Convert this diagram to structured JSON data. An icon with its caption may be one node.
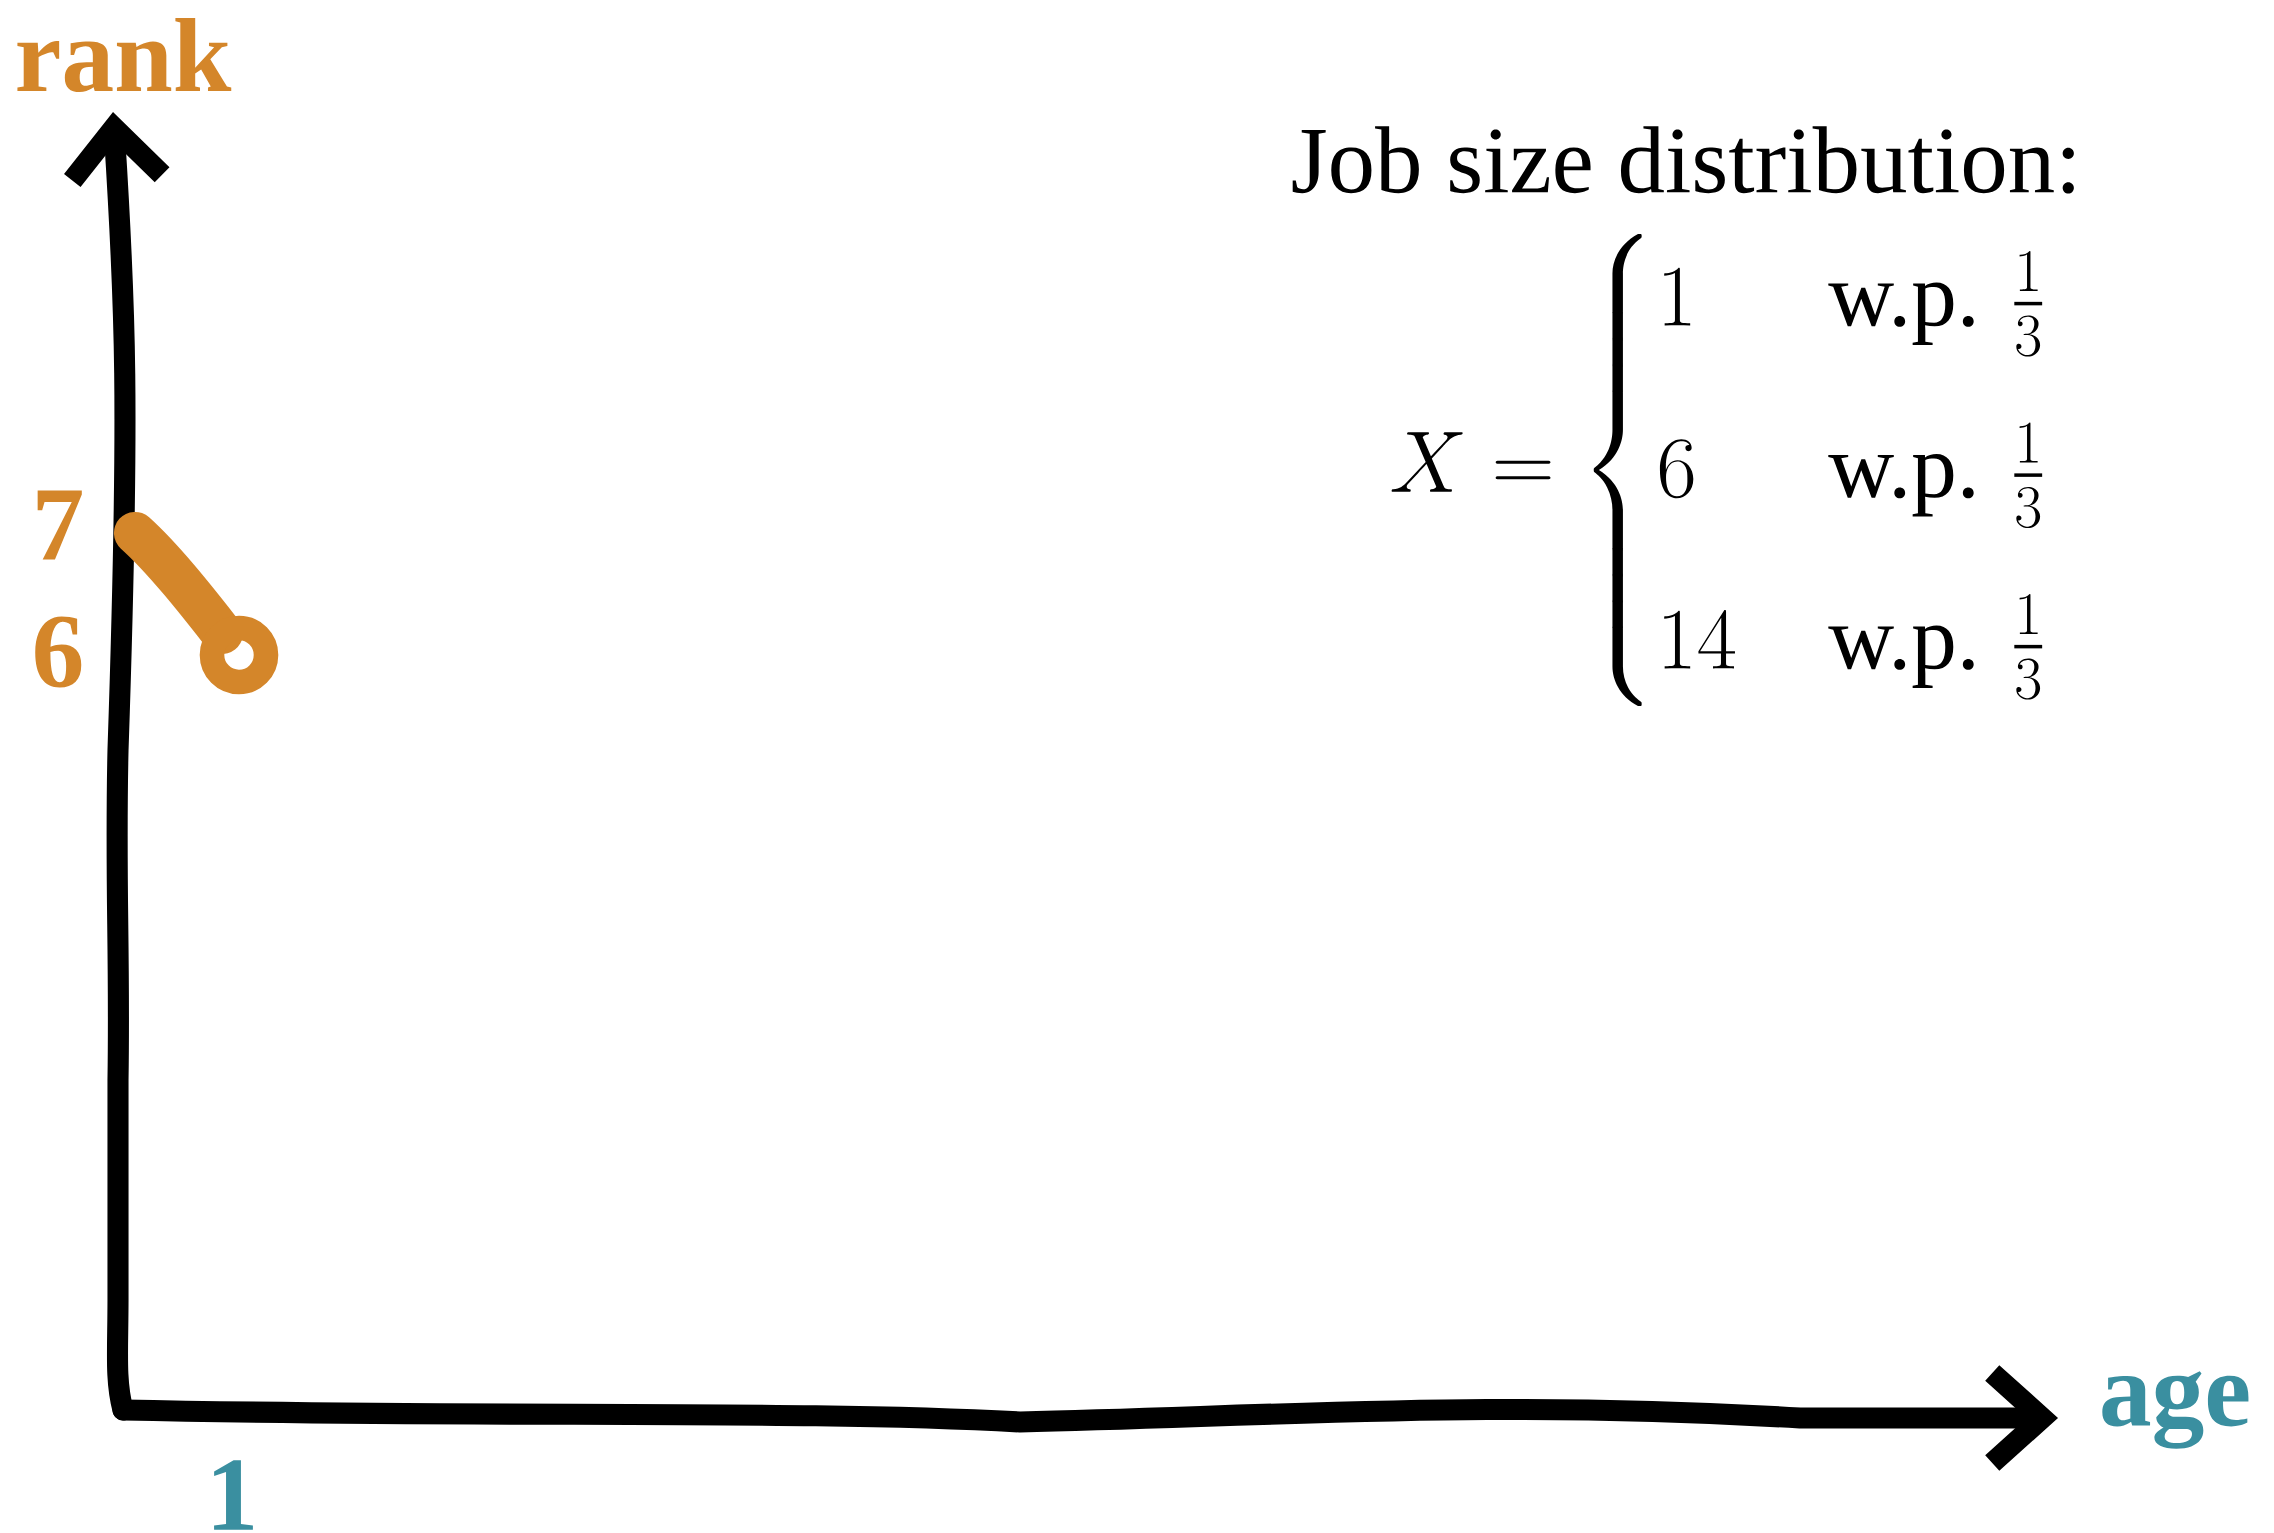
{
  "diagram": {
    "labels": [
      "rank",
      "Job size distribution:",
      "X = \\begin{cases} 1 & \\text{w.p. } \\frac{1}{3} \\\\[0.4em] 6 & \\text{w.p. } \\frac{1}{3} \\\\[0.4em] 14 & \\text{w.p. } \\frac{1}{3} \\end{cases}",
      "7",
      "6",
      "age",
      "1"
    ]
  }
}
